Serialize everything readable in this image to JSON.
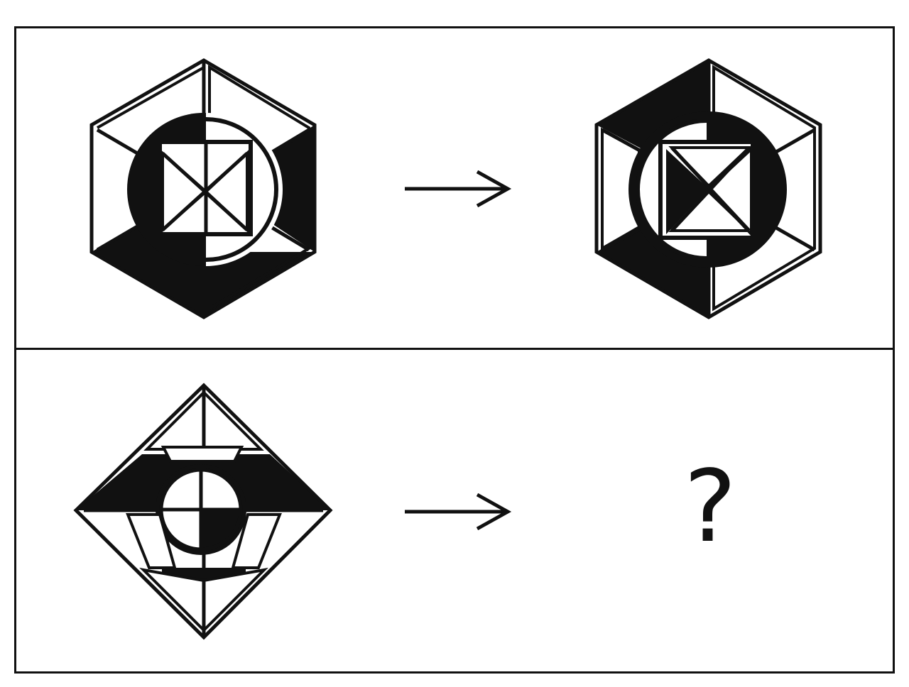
{
  "puzzle": {
    "rows": [
      {
        "source_figure": "hexagon-circle-square-figure",
        "arrow": "right-arrow",
        "target_figure": "hexagon-circle-square-figure-transformed"
      },
      {
        "source_figure": "diamond-circle-trapezoid-figure",
        "arrow": "right-arrow",
        "target_text": "?"
      }
    ]
  }
}
